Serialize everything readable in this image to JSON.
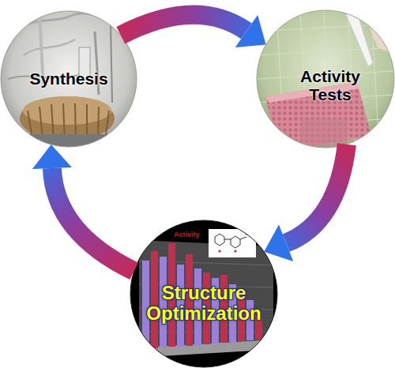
{
  "diagram": {
    "nodes": [
      {
        "text": [
          "Synthesis"
        ]
      },
      {
        "text": [
          "Activity Tests"
        ]
      },
      {
        "text": [
          "Structure Optimization"
        ]
      }
    ],
    "edges": [
      {
        "from": 0,
        "to": 1,
        "arrow": "to"
      },
      {
        "from": 1,
        "to": 2,
        "arrow": "to"
      },
      {
        "from": 2,
        "to": 0,
        "arrow": "to"
      }
    ],
    "labels": [
      "Activity"
    ]
  }
}
